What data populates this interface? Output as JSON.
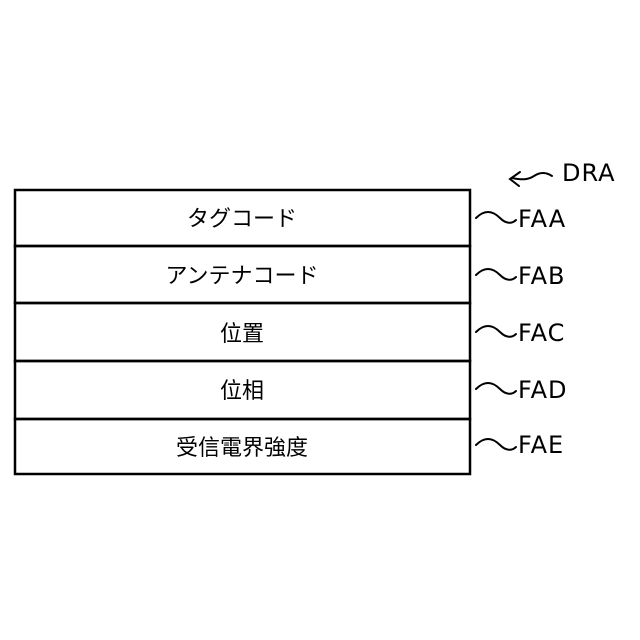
{
  "record": {
    "label": "DRA",
    "fields": [
      {
        "text": "タグコード",
        "label": "FAA"
      },
      {
        "text": "アンテナコード",
        "label": "FAB"
      },
      {
        "text": "位置",
        "label": "FAC"
      },
      {
        "text": "位相",
        "label": "FAD"
      },
      {
        "text": "受信電界強度",
        "label": "FAE"
      }
    ]
  }
}
